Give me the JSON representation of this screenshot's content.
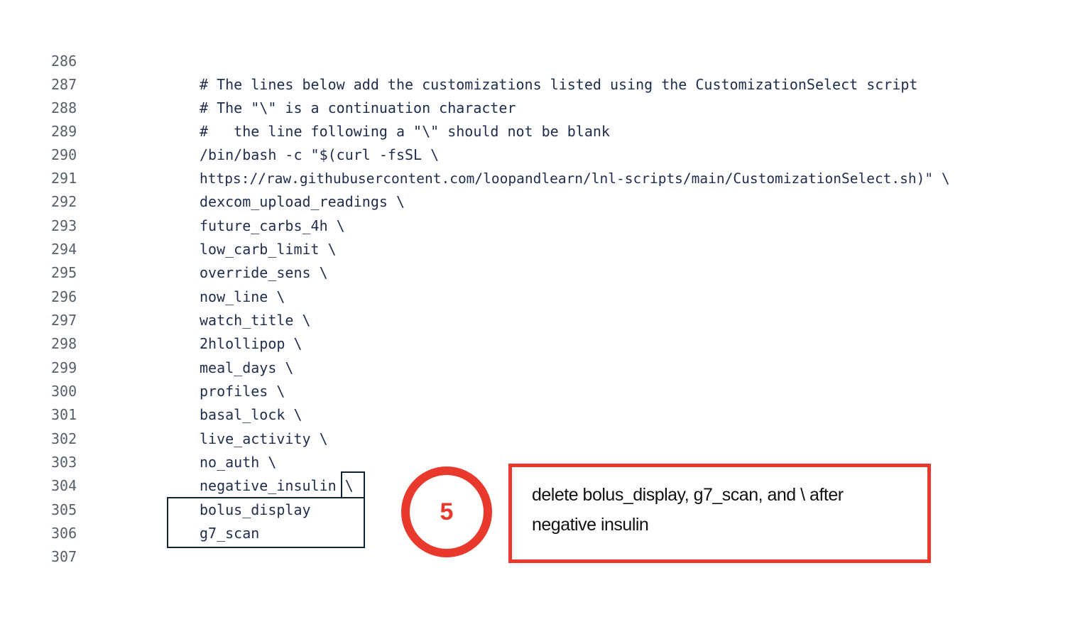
{
  "code": {
    "lines": [
      {
        "number": "286",
        "text": ""
      },
      {
        "number": "287",
        "text": "# The lines below add the customizations listed using the CustomizationSelect script"
      },
      {
        "number": "288",
        "text": "# The \"\\\" is a continuation character"
      },
      {
        "number": "289",
        "text": "#   the line following a \"\\\" should not be blank"
      },
      {
        "number": "290",
        "text": "/bin/bash -c \"$(curl -fsSL \\"
      },
      {
        "number": "291",
        "text": "https://raw.githubusercontent.com/loopandlearn/lnl-scripts/main/CustomizationSelect.sh)\" \\"
      },
      {
        "number": "292",
        "text": "dexcom_upload_readings \\"
      },
      {
        "number": "293",
        "text": "future_carbs_4h \\"
      },
      {
        "number": "294",
        "text": "low_carb_limit \\"
      },
      {
        "number": "295",
        "text": "override_sens \\"
      },
      {
        "number": "296",
        "text": "now_line \\"
      },
      {
        "number": "297",
        "text": "watch_title \\"
      },
      {
        "number": "298",
        "text": "2hlollipop \\"
      },
      {
        "number": "299",
        "text": "meal_days \\"
      },
      {
        "number": "300",
        "text": "profiles \\"
      },
      {
        "number": "301",
        "text": "basal_lock \\"
      },
      {
        "number": "302",
        "text": "live_activity \\"
      },
      {
        "number": "303",
        "text": "no_auth \\"
      },
      {
        "number": "304",
        "text": "negative_insulin \\"
      },
      {
        "number": "305",
        "text": "bolus_display"
      },
      {
        "number": "306",
        "text": "g7_scan"
      },
      {
        "number": "307",
        "text": ""
      }
    ]
  },
  "annotation": {
    "step_number": "5",
    "callout_text": "delete bolus_display,  g7_scan, and \\  after negative insulin",
    "accent_color": "#e8392c",
    "highlight_border_color": "#0f2430"
  }
}
